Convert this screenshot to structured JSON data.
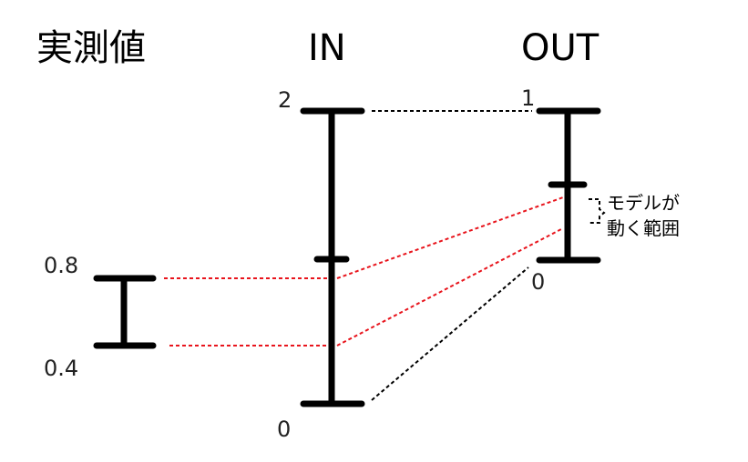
{
  "headers": {
    "measured": "実測値",
    "in": "IN",
    "out": "OUT"
  },
  "measured_axis": {
    "top": "0.8",
    "bottom": "0.4"
  },
  "in_axis": {
    "top": "2",
    "bottom": "0"
  },
  "out_axis": {
    "top": "1",
    "bottom": "0"
  },
  "note": {
    "line1": "モデルが",
    "line2": "動く範囲"
  },
  "colors": {
    "mapping_line": "#e8141c",
    "range_line": "#000000",
    "bar": "#000000"
  }
}
